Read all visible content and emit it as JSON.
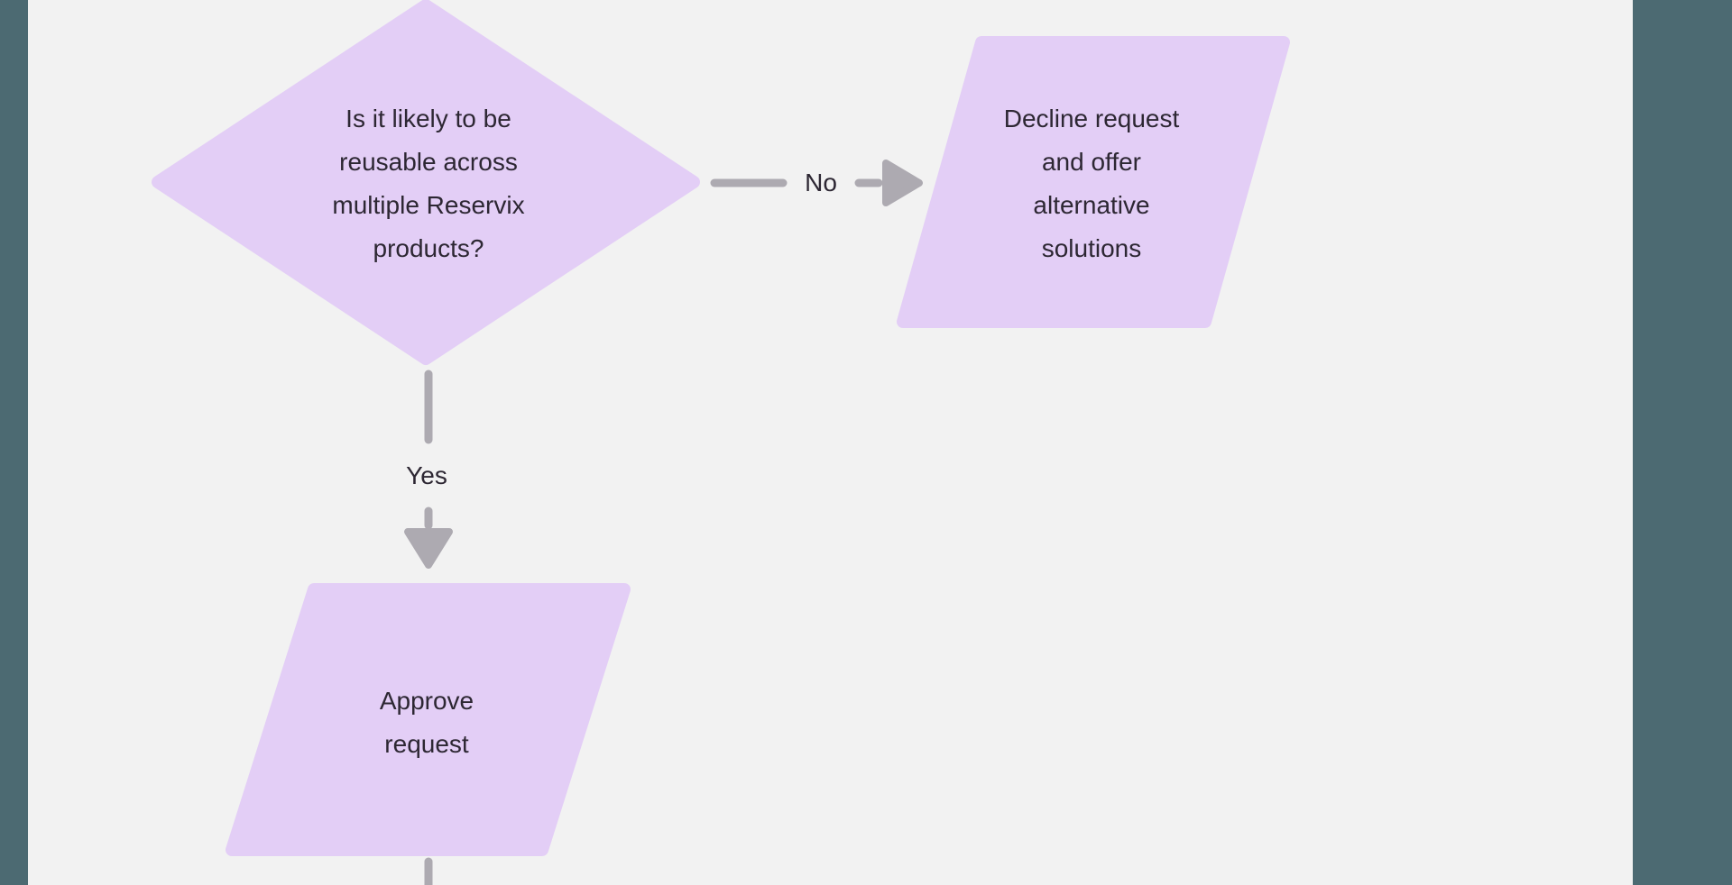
{
  "palette": {
    "canvas_bg": "#f2f2f2",
    "panel_edge": "#4c6a72",
    "node_fill": "#e3cef6",
    "connector": "#adaab1",
    "text": "#2d2733"
  },
  "flowchart": {
    "decision": {
      "shape": "diamond",
      "label": "Is it likely to be\nreusable across\nmultiple Reservix\nproducts?"
    },
    "no_branch": {
      "edge_label": "No",
      "node": {
        "shape": "parallelogram",
        "label": "Decline request\nand offer\nalternative\nsolutions"
      }
    },
    "yes_branch": {
      "edge_label": "Yes",
      "node": {
        "shape": "parallelogram",
        "label": "Approve\nrequest"
      }
    }
  }
}
